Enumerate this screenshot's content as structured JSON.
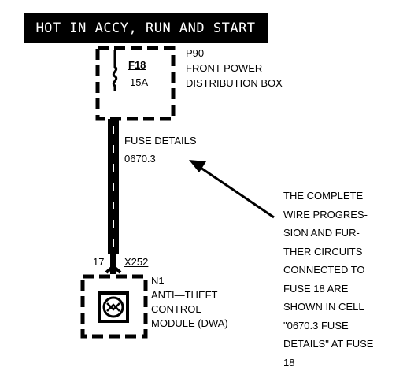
{
  "banner": {
    "text": "HOT IN ACCY, RUN AND  START"
  },
  "fuse_box": {
    "id": "P90",
    "name_lines": [
      "FRONT POWER",
      "DISTRIBUTION BOX"
    ],
    "fuse_name": "F18",
    "fuse_rating": "15A"
  },
  "fuse_details": {
    "lines": [
      "FUSE DETAILS",
      "0670.3"
    ]
  },
  "connector": {
    "pin": "17",
    "id": "X252"
  },
  "module": {
    "id": "N1",
    "name_lines": [
      "ANTI—THEFT",
      "CONTROL",
      "MODULE (DWA)"
    ]
  },
  "note": {
    "lines": [
      "THE COMPLETE",
      "WIRE PROGRES-",
      "SION AND FUR-",
      "THER CIRCUITS",
      "CONNECTED TO",
      "FUSE 18 ARE",
      "SHOWN IN CELL",
      "\"0670.3 FUSE",
      "DETAILS\" AT FUSE",
      "18"
    ]
  }
}
